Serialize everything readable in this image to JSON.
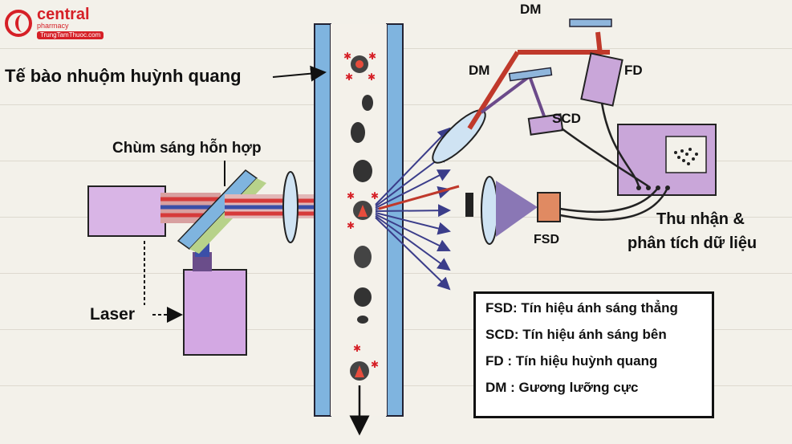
{
  "logo": {
    "name": "central",
    "sub": "pharmacy",
    "site": "TrungTamThuoc.com"
  },
  "labels": {
    "stained_cells": "Tế bào nhuộm huỳnh quang",
    "mixed_beam": "Chùm sáng hỗn hợp",
    "laser": "Laser",
    "dm_top": "DM",
    "dm_mid": "DM",
    "fd": "FD",
    "scd": "SCD",
    "fsd": "FSD",
    "collect_line1": "Thu nhận &",
    "collect_line2": "phân tích dữ liệu"
  },
  "legend": [
    "FSD: Tín hiệu ánh sáng thẳng",
    "SCD: Tín hiệu ánh sáng bên",
    "FD   : Tín hiệu huỳnh quang",
    "DM  : Gương lưỡng cực"
  ],
  "colors": {
    "laser_beam_red": "#d63a3a",
    "beam_blue": "#3b4fa8",
    "fluorescence_red": "#c0392b",
    "side_scatter_purple": "#6b4a8a",
    "device_purple": "#c9a6d9",
    "flow_channel_blue": "#7fb4df"
  }
}
